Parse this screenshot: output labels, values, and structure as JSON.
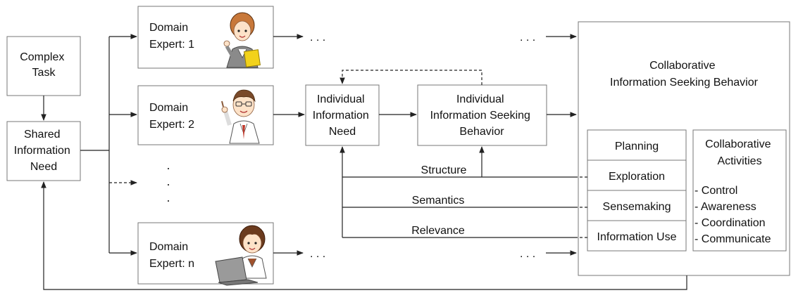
{
  "nodes": {
    "complex_task": [
      "Complex",
      "Task"
    ],
    "shared_need": [
      "Shared",
      "Information",
      "Need"
    ],
    "expert1": [
      "Domain",
      "Expert: 1"
    ],
    "expert2": [
      "Domain",
      "Expert: 2"
    ],
    "expertn": [
      "Domain",
      "Expert: n"
    ],
    "individual_need": [
      "Individual",
      "Information",
      "Need"
    ],
    "individual_behavior": [
      "Individual",
      "Information Seeking",
      "Behavior"
    ],
    "collab_behavior": [
      "Collaborative",
      "Information Seeking Behavior"
    ],
    "stages": [
      "Planning",
      "Exploration",
      "Sensemaking",
      "Information Use"
    ],
    "activities_title": [
      "Collaborative",
      "Activities"
    ],
    "activities": [
      "- Control",
      "- Awareness",
      "- Coordination",
      "- Communicate"
    ]
  },
  "edges": {
    "structure": "Structure",
    "semantics": "Semantics",
    "relevance": "Relevance"
  },
  "ellipsis": ". . .",
  "vertical_dots": [
    "·",
    "·",
    "·"
  ],
  "people": {
    "expert1": {
      "name": "female-expert-with-folder-icon",
      "hair": "#c8783a",
      "clothes": "#8a8a8a",
      "accent": "#f2d21b"
    },
    "expert2": {
      "name": "male-doctor-pointing-icon",
      "hair": "#7a4a2a",
      "clothes": "#ffffff",
      "accent": "#c0392b"
    },
    "expertn": {
      "name": "female-expert-with-laptop-icon",
      "hair": "#6b3b1e",
      "clothes": "#ffffff",
      "accent": "#a0522d"
    }
  }
}
